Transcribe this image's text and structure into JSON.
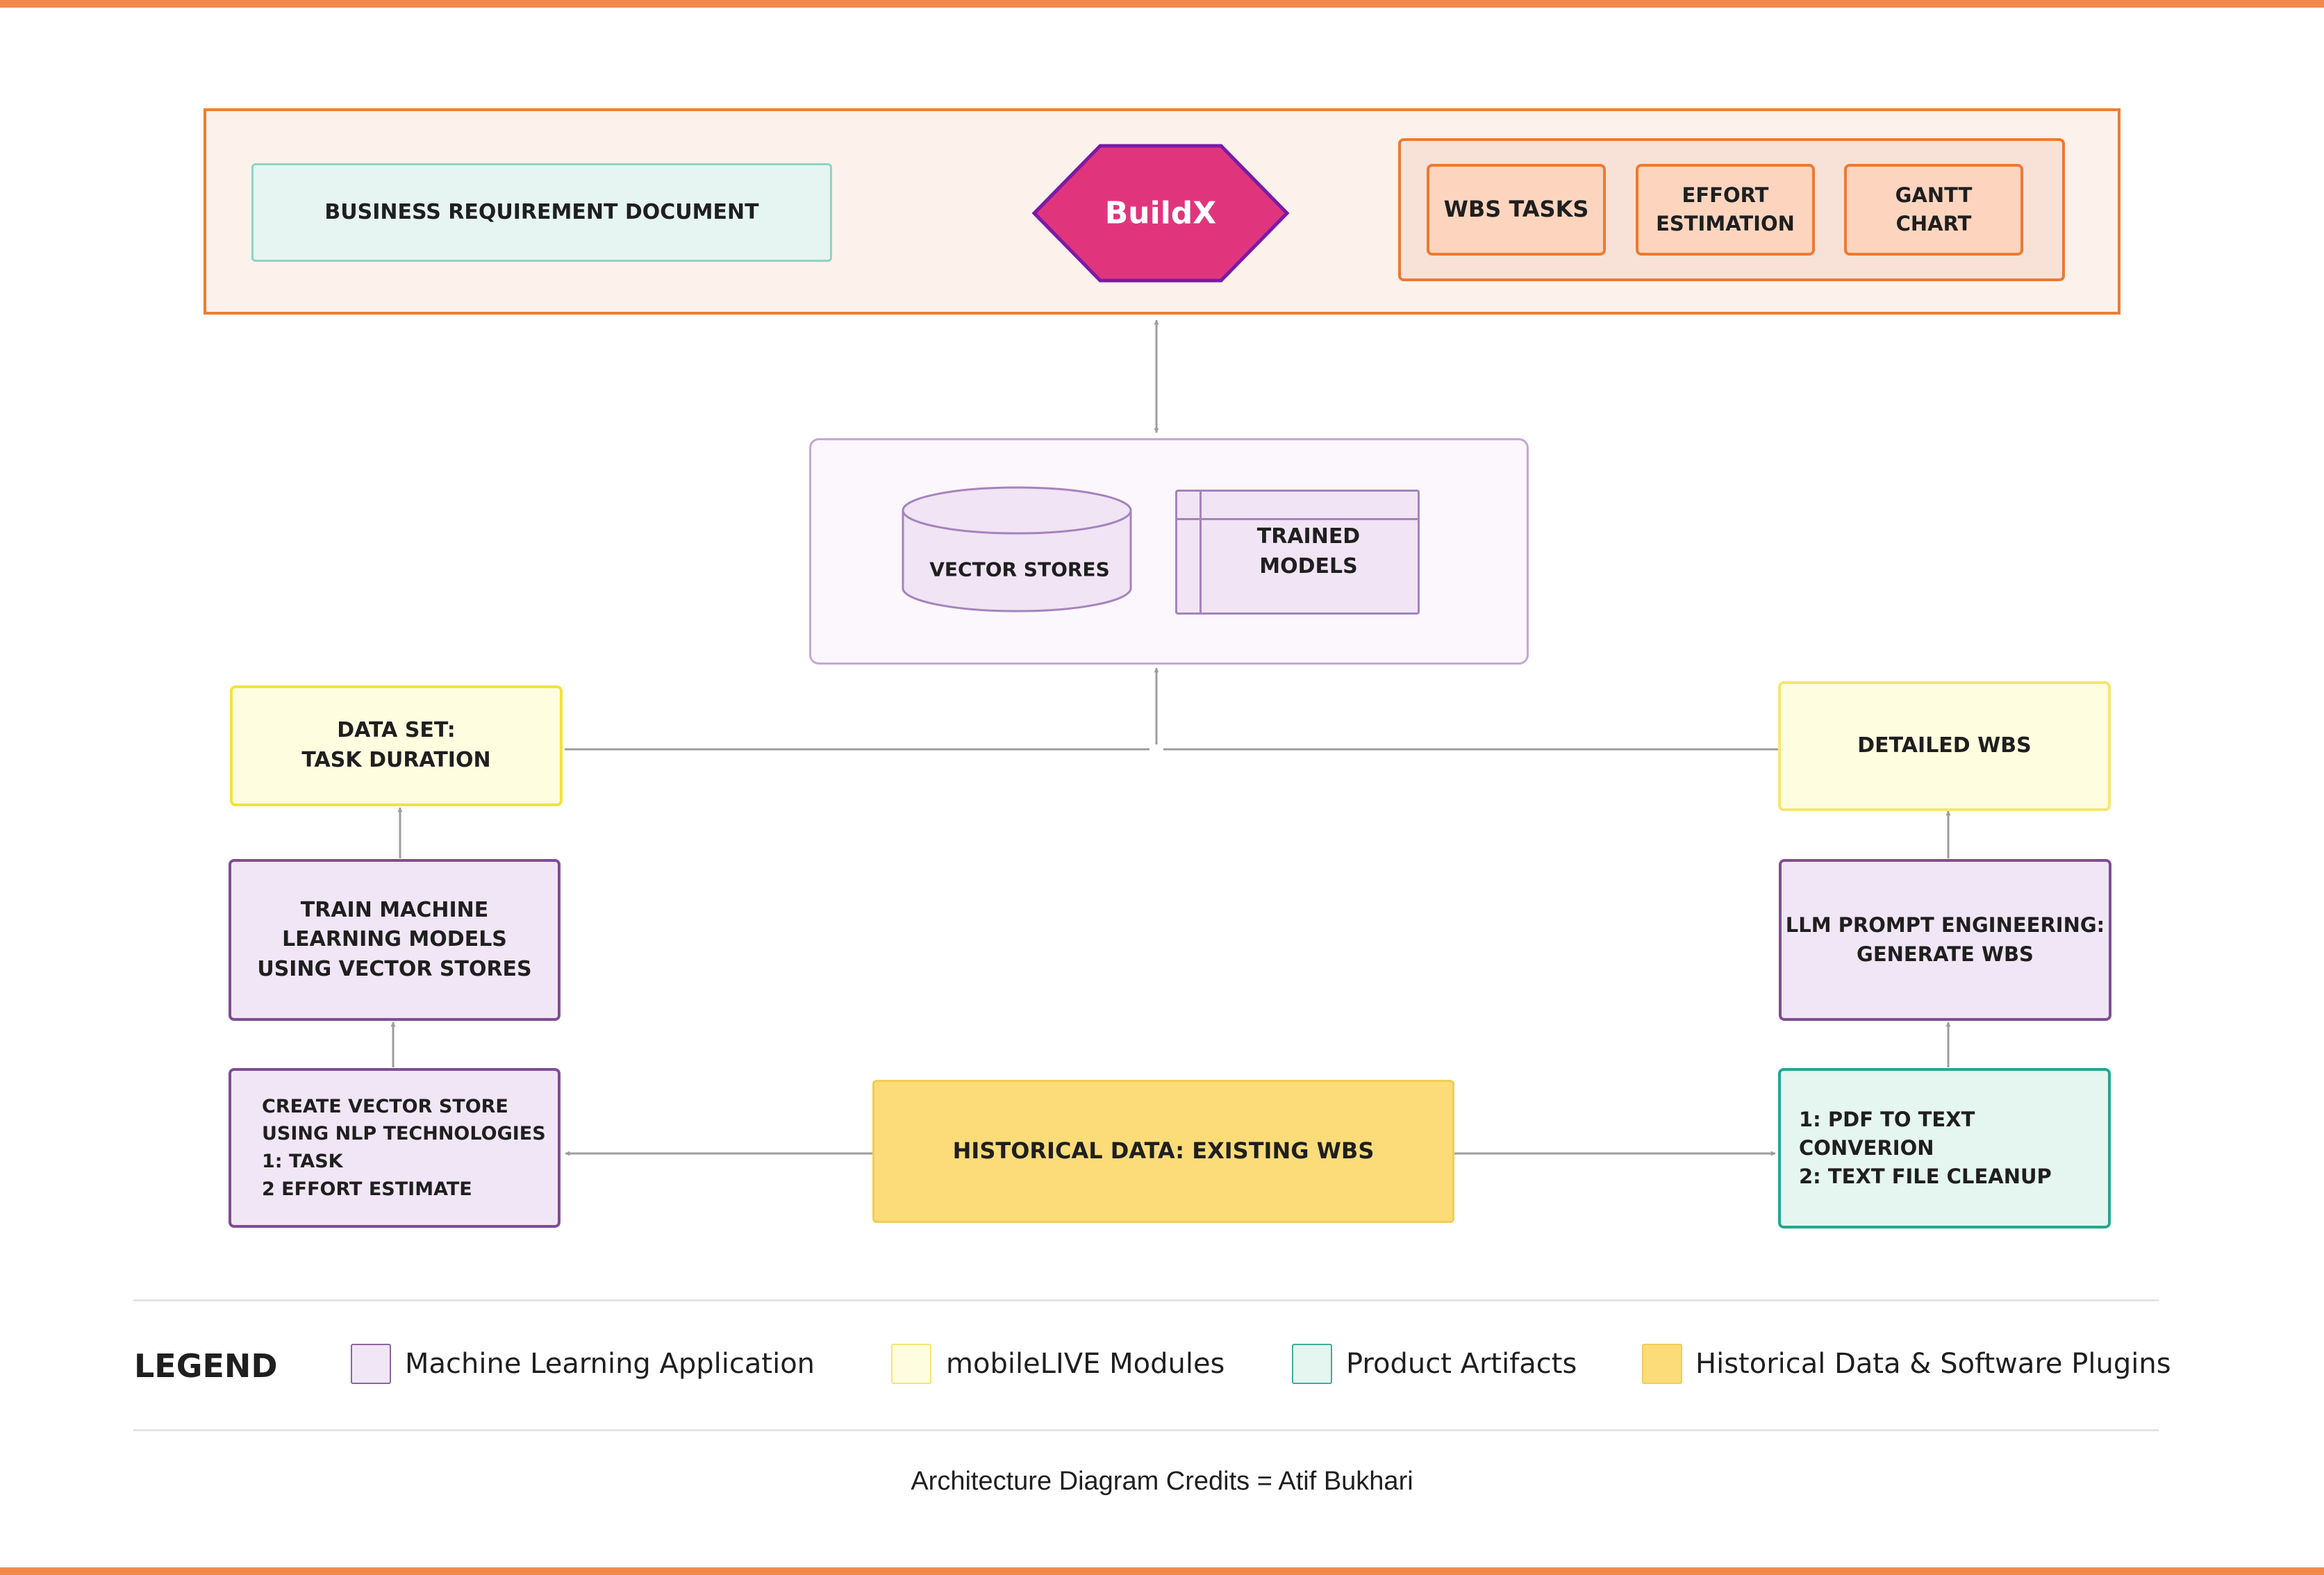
{
  "colors": {
    "accent_bar": "#f08a4b",
    "buildx_hexagon": "#e0357d",
    "machine_learning_application": "#f1e6f5",
    "mobilelive_modules": "#fffde0",
    "product_artifacts": "#e5f5f0",
    "historical_data_plugins": "#fbdc79"
  },
  "input": {
    "brd": "BUSINESS REQUIREMENT DOCUMENT"
  },
  "buildx": {
    "label": "BuildX"
  },
  "outputs": {
    "wbs_tasks": "WBS TASKS",
    "effort_estimation": "EFFORT ESTIMATION",
    "gantt_chart": "GANTT CHART"
  },
  "stores": {
    "vector_stores": "VECTOR STORES",
    "trained_models": "TRAINED MODELS"
  },
  "left_flow": {
    "dataset": "DATA SET:\nTASK DURATION",
    "train": "TRAIN MACHINE\nLEARNING MODELS\nUSING VECTOR STORES",
    "create": "CREATE VECTOR STORE\nUSING NLP TECHNOLOGIES\n1: TASK\n2 EFFORT ESTIMATE"
  },
  "historical": {
    "label": "HISTORICAL DATA: EXISTING WBS"
  },
  "right_flow": {
    "detailed": "DETAILED WBS",
    "llm": "LLM PROMPT ENGINEERING:\nGENERATE WBS",
    "pdf": "1: PDF TO TEXT CONVERION\n2: TEXT FILE CLEANUP"
  },
  "legend": {
    "title": "LEGEND",
    "items": [
      {
        "label": "Machine Learning Application"
      },
      {
        "label": "mobileLIVE Modules"
      },
      {
        "label": "Product Artifacts"
      },
      {
        "label": "Historical Data & Software Plugins"
      }
    ]
  },
  "credits": "Architecture Diagram Credits = Atif Bukhari"
}
